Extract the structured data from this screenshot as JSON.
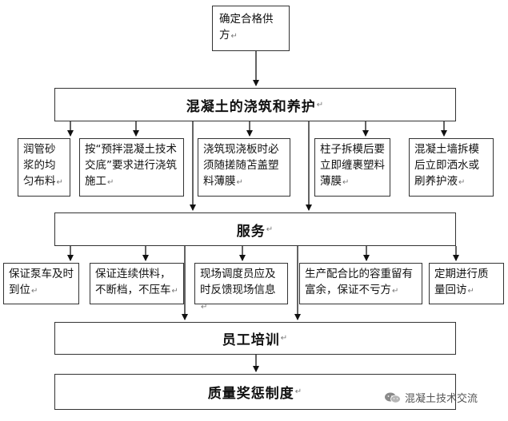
{
  "flowchart": {
    "top": {
      "text": "确定合格供方",
      "mark": "↵"
    },
    "stage1": {
      "title": "混凝土的浇筑和养护",
      "mark": "↵"
    },
    "stage1_items": [
      {
        "text": "润管砂浆的均匀布料",
        "mark": "↵"
      },
      {
        "text": "按“预拌混凝土技术交底”要求进行浇筑施工",
        "mark": "↵"
      },
      {
        "text": "浇筑现浇板时必须随搓随苫盖塑料薄膜",
        "mark": "↵"
      },
      {
        "text": "柱子拆模后要立即缠裹塑料薄膜",
        "mark": "↵"
      },
      {
        "text": "混凝土墙拆模后立即洒水或刷养护液",
        "mark": "↵"
      }
    ],
    "stage2": {
      "title": "服务",
      "mark": "↵"
    },
    "stage2_items": [
      {
        "text": "保证泵车及时到位",
        "mark": "↵"
      },
      {
        "text": "保证连续供料，不断档，不压车",
        "mark": "↵"
      },
      {
        "text": "现场调度员应及时反馈现场信息",
        "mark": "↵"
      },
      {
        "text": "生产配合比的容重留有富余，保证不亏方",
        "mark": "↵"
      },
      {
        "text": "定期进行质量回访",
        "mark": "↵"
      }
    ],
    "stage3": {
      "title": "员工培训",
      "mark": "↵"
    },
    "stage4": {
      "title": "质量奖惩制度",
      "mark": "↵"
    }
  },
  "watermark": {
    "icon": "wechat-icon",
    "text": "混凝土技术交流"
  }
}
